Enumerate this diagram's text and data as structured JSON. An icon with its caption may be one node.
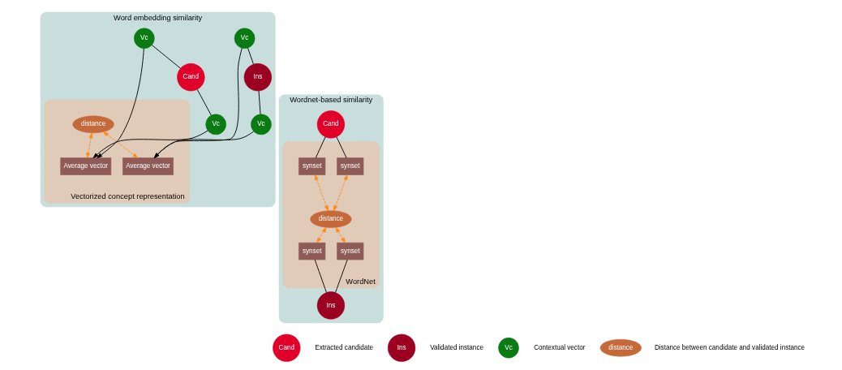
{
  "diagram": {
    "nodes": [
      {
        "text": [
          "Wordnet-based similarity"
        ]
      },
      {
        "text": [
          "WordNet"
        ],
        "in": 0
      },
      {
        "text": [
          "Cand"
        ],
        "in": 0
      },
      {
        "text": [
          "synset"
        ],
        "in": 1
      },
      {
        "text": [
          "synset"
        ],
        "in": 1
      },
      {
        "text": [
          "distance"
        ],
        "in": 1
      },
      {
        "text": [
          "synset"
        ],
        "in": 1
      },
      {
        "text": [
          "synset"
        ],
        "in": 1
      },
      {
        "text": [
          "Ins"
        ],
        "in": 0
      },
      {
        "text": [
          "Word embedding similarity"
        ]
      },
      {
        "text": [
          "Vectorized concept representation"
        ],
        "in": 9
      },
      {
        "text": [
          "Vc"
        ],
        "in": 9
      },
      {
        "text": [
          "Cand"
        ],
        "in": 9
      },
      {
        "text": [
          "Vc"
        ],
        "in": 9
      },
      {
        "text": [
          "Average vector"
        ],
        "in": 10
      },
      {
        "text": [
          "distance"
        ],
        "in": 10
      },
      {
        "text": [
          "Average vector"
        ],
        "in": 10
      },
      {
        "text": [
          "Vc"
        ],
        "in": 9
      },
      {
        "text": [
          "Ins"
        ],
        "in": 9
      },
      {
        "text": [
          "Vc"
        ],
        "in": 9
      },
      {
        "text": [
          "Cand"
        ],
        "beside": [
          "Extracted candidate"
        ]
      },
      {
        "text": [
          "Ins"
        ],
        "beside": [
          "Validated instance"
        ]
      },
      {
        "text": [
          "Vc"
        ],
        "beside": [
          "Contextual vector"
        ]
      },
      {
        "text": [
          "distance"
        ],
        "beside": [
          "Distance between candidate and validated instance"
        ]
      }
    ],
    "edges": [
      {
        "from": 2,
        "to": 3,
        "arrow": "none"
      },
      {
        "from": 2,
        "to": 4,
        "arrow": "none"
      },
      {
        "from": 4,
        "to": 5,
        "arrow": "both",
        "style": "dashed",
        "color": "#ff8c1a"
      },
      {
        "from": 3,
        "to": 5,
        "arrow": "both",
        "style": "dashed",
        "color": "#ff8c1a"
      },
      {
        "from": 5,
        "to": 6,
        "arrow": "both",
        "style": "dashed",
        "color": "#ff8c1a"
      },
      {
        "from": 5,
        "to": 7,
        "arrow": "both",
        "style": "dashed",
        "color": "#ff8c1a"
      },
      {
        "from": 6,
        "to": 8,
        "arrow": "none"
      },
      {
        "from": 7,
        "to": 8,
        "arrow": "none"
      },
      {
        "from": 11,
        "to": 12,
        "arrow": "none"
      },
      {
        "from": 12,
        "to": 13,
        "arrow": "none"
      },
      {
        "from": 11,
        "to": 14,
        "arrow": "to"
      },
      {
        "from": 13,
        "to": 14,
        "arrow": "to"
      },
      {
        "from": 15,
        "to": 14,
        "arrow": "both",
        "style": "dashed",
        "color": "#ff8c1a"
      },
      {
        "from": 15,
        "to": 16,
        "arrow": "both",
        "style": "dashed",
        "color": "#ff8c1a"
      },
      {
        "from": 17,
        "to": 16,
        "arrow": "to"
      },
      {
        "from": 19,
        "to": 16,
        "arrow": "to"
      },
      {
        "from": 17,
        "to": 18,
        "arrow": "none"
      },
      {
        "from": 18,
        "to": 19,
        "arrow": "none"
      }
    ]
  }
}
